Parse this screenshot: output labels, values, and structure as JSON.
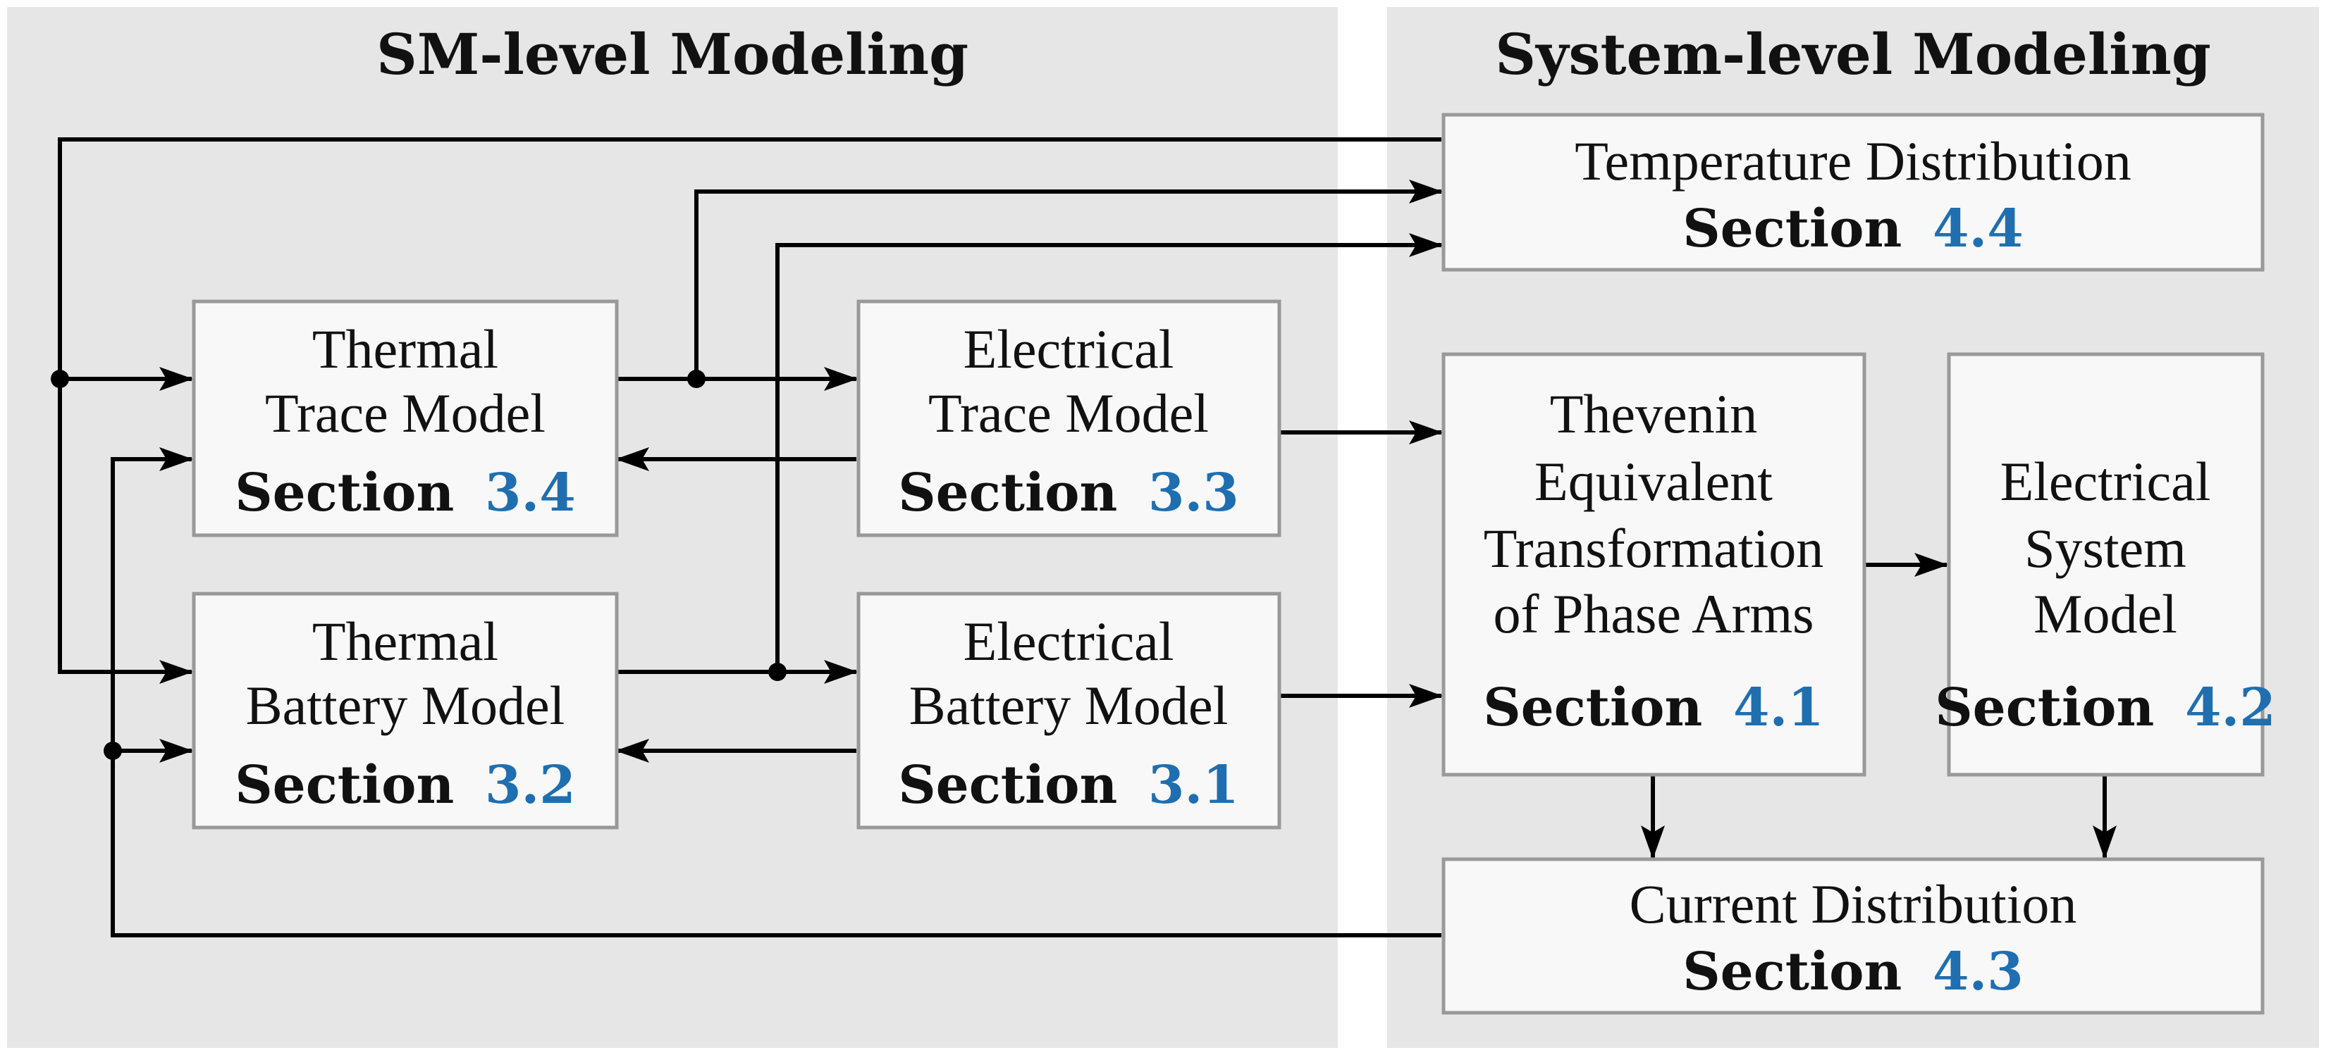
{
  "panels": {
    "sm": {
      "title": "SM-level Modeling"
    },
    "system": {
      "title": "System-level Modeling"
    }
  },
  "colors": {
    "section_number": "#1f6fb0",
    "panel_bg": "#e6e6e6",
    "box_border": "#999999"
  },
  "blocks": {
    "thermal_trace": {
      "lines": [
        "Thermal",
        "Trace Model"
      ],
      "section_word": "Section",
      "section_num": "3.4"
    },
    "electrical_trace": {
      "lines": [
        "Electrical",
        "Trace Model"
      ],
      "section_word": "Section",
      "section_num": "3.3"
    },
    "thermal_battery": {
      "lines": [
        "Thermal",
        "Battery Model"
      ],
      "section_word": "Section",
      "section_num": "3.2"
    },
    "electrical_battery": {
      "lines": [
        "Electrical",
        "Battery Model"
      ],
      "section_word": "Section",
      "section_num": "3.1"
    },
    "temperature_distribution": {
      "lines": [
        "Temperature Distribution"
      ],
      "section_word": "Section",
      "section_num": "4.4"
    },
    "thevenin": {
      "lines": [
        "Thevenin",
        "Equivalent",
        "Transformation",
        "of Phase Arms"
      ],
      "section_word": "Section",
      "section_num": "4.1"
    },
    "electrical_system": {
      "lines": [
        "Electrical",
        "System",
        "Model"
      ],
      "section_word": "Section",
      "section_num": "4.2"
    },
    "current_distribution": {
      "lines": [
        "Current Distribution"
      ],
      "section_word": "Section",
      "section_num": "4.3"
    }
  }
}
